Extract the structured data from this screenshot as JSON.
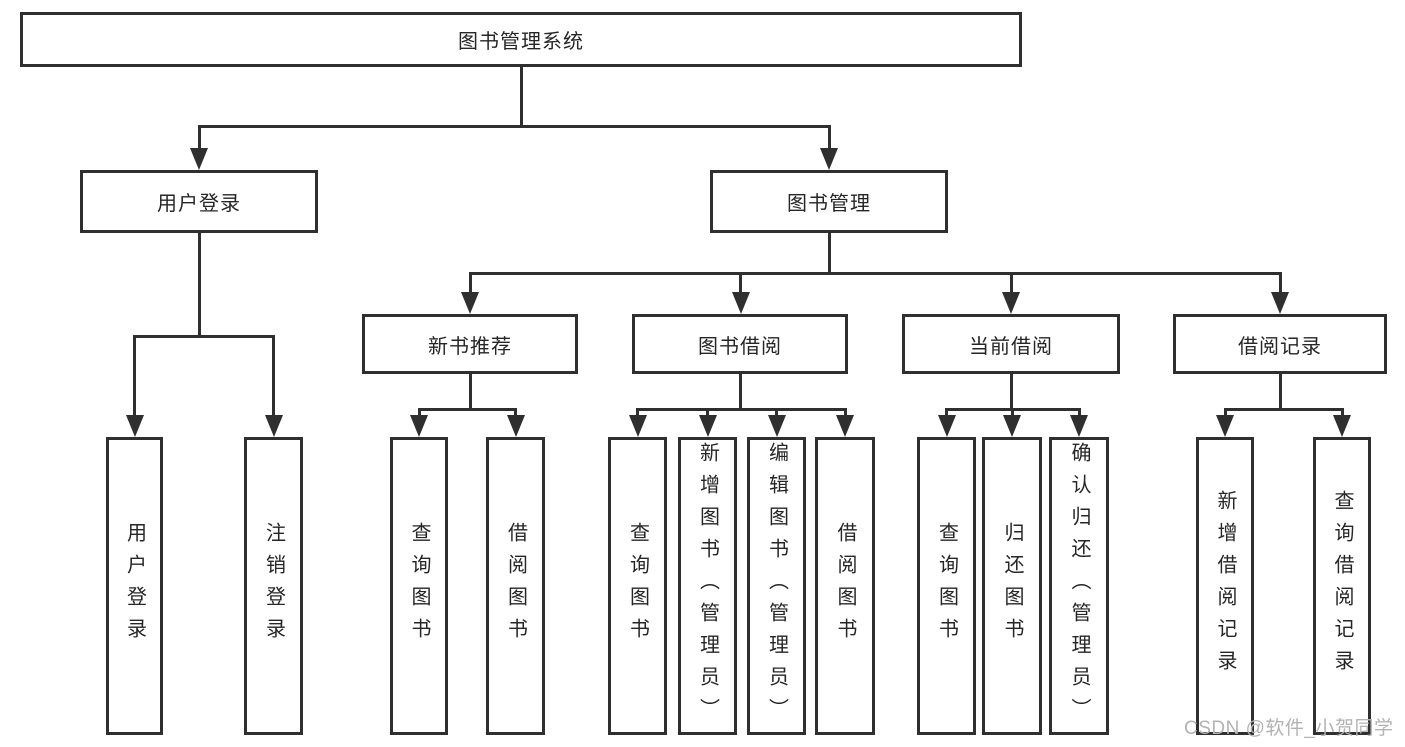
{
  "nodes": {
    "root": "图书管理系统",
    "user_login": "用户登录",
    "book_management": "图书管理",
    "new_book_recommend": "新书推荐",
    "book_borrowing": "图书借阅",
    "current_borrowing": "当前借阅",
    "borrowing_records": "借阅记录",
    "user_login_leaf": "用户登录",
    "logout_leaf": "注销登录",
    "nbr_query_books": "查询图书",
    "nbr_borrow_books": "借阅图书",
    "bb_query_books": "查询图书",
    "bb_add_books": "新增图书（管理员）",
    "bb_edit_books": "编辑图书（管理员）",
    "bb_borrow_books": "借阅图书",
    "cb_query_books": "查询图书",
    "cb_return_books": "归还图书",
    "cb_confirm_return": "确认归还（管理员）",
    "br_add_record": "新增借阅记录",
    "br_query_record": "查询借阅记录"
  },
  "watermark": "CSDN @软件_小贺同学",
  "colors": {
    "line": "#2f2f2f",
    "text": "#262626",
    "watermark": "#b3b3b3",
    "background": "#ffffff"
  }
}
